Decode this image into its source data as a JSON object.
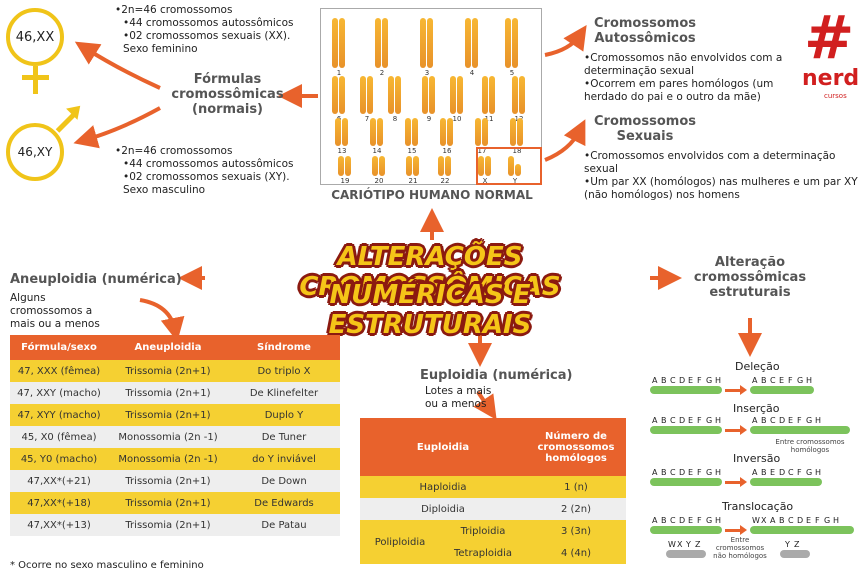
{
  "female": {
    "code": "46,XX",
    "lines": [
      "•2n=46 cromossomos",
      "•44 cromossomos autossômicos",
      "•02 cromossomos sexuais (XX).",
      "Sexo feminino"
    ]
  },
  "male": {
    "code": "46,XY",
    "lines": [
      "•2n=46 cromossomos",
      "•44 cromossomos autossômicos",
      "•02 cromossomos sexuais (XY).",
      "Sexo masculino"
    ]
  },
  "formulas": {
    "title": "Fórmulas cromossômicas (normais)"
  },
  "karyotype": {
    "caption": "CARIÓTIPO HUMANO NORMAL",
    "numbers": [
      "1",
      "2",
      "3",
      "4",
      "5",
      "6",
      "7",
      "8",
      "9",
      "10",
      "11",
      "12",
      "13",
      "14",
      "15",
      "16",
      "17",
      "18",
      "19",
      "20",
      "21",
      "22",
      "X",
      "Y"
    ]
  },
  "autossomicos": {
    "title": "Cromossomos Autossômicos",
    "lines": [
      "•Cromossomos não envolvidos com a determinação sexual",
      "•Ocorrem em pares homólogos (um herdado do pai e o outro da mãe)"
    ]
  },
  "sexuais": {
    "title": "Cromossomos Sexuais",
    "lines": [
      "•Cromossomos envolvidos com a determinação sexual",
      "•Um par XX (homólogos) nas mulheres e um par XY (não homólogos) nos homens"
    ]
  },
  "logo": {
    "text": "nerd",
    "sub": "cursos"
  },
  "main_title": {
    "line1": "ALTERAÇÕES CROMOSSÔMICAS",
    "line2": "NUMÉRICAS E ESTRUTURAIS"
  },
  "aneuploidia": {
    "title": "Aneuploidia (numérica)",
    "sub": "Alguns cromossomos a mais ou a menos",
    "headers": [
      "Fórmula/sexo",
      "Aneuploidia",
      "Síndrome"
    ],
    "rows": [
      [
        "47, XXX (fêmea)",
        "Trissomia (2n+1)",
        "Do triplo X"
      ],
      [
        "47, XXY (macho)",
        "Trissomia (2n+1)",
        "De Klinefelter"
      ],
      [
        "47, XYY (macho)",
        "Trissomia (2n+1)",
        "Duplo Y"
      ],
      [
        "45, X0 (fêmea)",
        "Monossomia (2n -1)",
        "De Tuner"
      ],
      [
        "45, Y0 (macho)",
        "Monossomia (2n -1)",
        "do Y inviável"
      ],
      [
        "47,XX*(+21)",
        "Trissomia (2n+1)",
        "De Down"
      ],
      [
        "47,XX*(+18)",
        "Trissomia (2n+1)",
        "De Edwards"
      ],
      [
        "47,XX*(+13)",
        "Trissomia (2n+1)",
        "De Patau"
      ]
    ],
    "footnote": "* Ocorre no sexo masculino e feminino"
  },
  "euploidia": {
    "title": "Euploidia (numérica)",
    "sub": "Lotes a mais ou a menos",
    "headers": [
      "Euploidia",
      "Número de cromossomos homólogos"
    ],
    "rows": {
      "haploidia": [
        "Haploidia",
        "1 (n)"
      ],
      "diploidia": [
        "Diploidia",
        "2 (2n)"
      ],
      "poliploidia": "Poliploidia",
      "triploidia": [
        "Triploidia",
        "3 (3n)"
      ],
      "tetraploidia": [
        "Tetraploidia",
        "4 (4n)"
      ]
    }
  },
  "estruturais": {
    "title": "Alteração cromossômicas estruturais",
    "delecao": "Deleção",
    "insercao": "Inserção",
    "inversao": "Inversão",
    "translocacao": "Translocação",
    "note1": "Entre cromossomos homólogos",
    "note2": "Entre cromossomos não homólogos",
    "letters": [
      "A",
      "B",
      "C",
      "D",
      "E",
      "F",
      "G",
      "H"
    ],
    "letters2": [
      "W",
      "X",
      "Y",
      "Z"
    ]
  },
  "colors": {
    "orange": "#e8622c",
    "yellow": "#f5d032",
    "gold": "#f0c419",
    "green": "#7cc35c"
  }
}
